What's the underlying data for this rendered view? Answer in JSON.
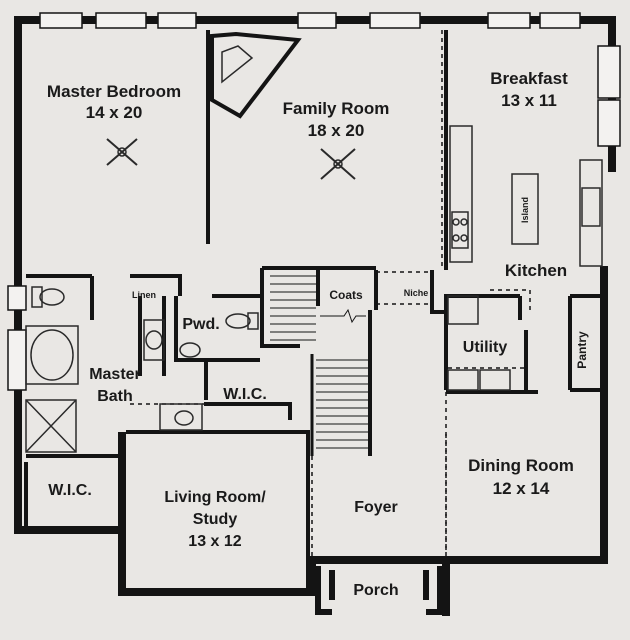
{
  "rooms": {
    "master_bedroom": {
      "name": "Master Bedroom",
      "dims": "14 x 20"
    },
    "family_room": {
      "name": "Family Room",
      "dims": "18 x 20"
    },
    "breakfast": {
      "name": "Breakfast",
      "dims": "13 x 11"
    },
    "island": "Island",
    "kitchen": "Kitchen",
    "coats": "Coats",
    "niche": "Niche",
    "linen": "Linen",
    "powder": "Pwd.",
    "utility": "Utility",
    "pantry": "Pantry",
    "master_bath": {
      "line1": "Master",
      "line2": "Bath"
    },
    "wic_upper": "W.I.C.",
    "wic_lower": "W.I.C.",
    "living_room": {
      "line1": "Living Room/",
      "line2": "Study",
      "dims": "13 x 12"
    },
    "foyer": "Foyer",
    "dining_room": {
      "name": "Dining Room",
      "dims": "12 x 14"
    },
    "porch": "Porch"
  },
  "colors": {
    "background": "#e9e7e4",
    "wall": "#141414",
    "fixture": "#2a2a2a",
    "window_fill": "#f3f2f0"
  }
}
